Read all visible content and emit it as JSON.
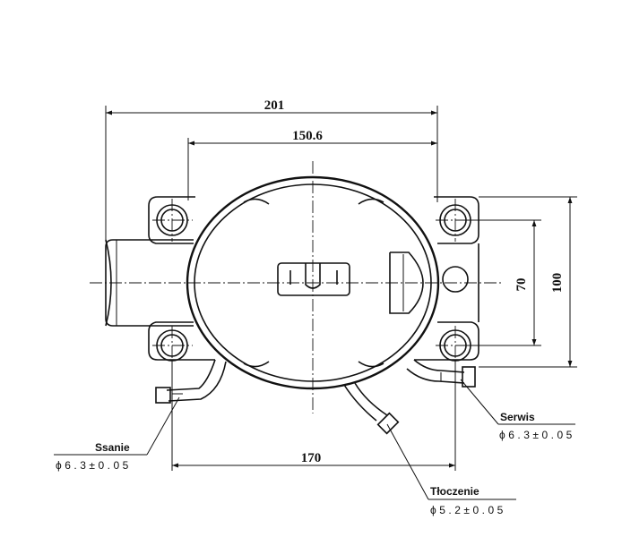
{
  "drawing": {
    "dimensions": {
      "overall_width": "201",
      "inner_width": "150.6",
      "base_width": "170",
      "hole_spacing_inner": "70",
      "hole_spacing_outer": "100"
    },
    "connections": {
      "suction": {
        "label": "Ssanie",
        "tolerance": "ϕ6.3±0.05"
      },
      "service": {
        "label": "Serwis",
        "tolerance": "ϕ6.3±0.05"
      },
      "discharge": {
        "label": "Tłoczenie",
        "tolerance": "ϕ5.2±0.05"
      }
    }
  }
}
